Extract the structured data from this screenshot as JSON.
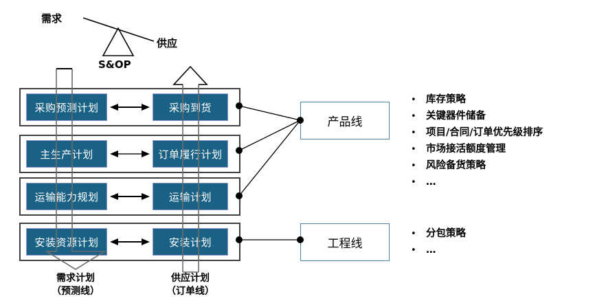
{
  "seesaw": {
    "demand_label": "需求",
    "supply_label": "供应",
    "fulcrum_label": "S&OP"
  },
  "planning_rows": [
    {
      "left": "采购预测计划",
      "right": "采购到货"
    },
    {
      "left": "主生产计划",
      "right": "订单履行计划"
    },
    {
      "left": "运输能力规划",
      "right": "运输计划"
    },
    {
      "left": "安装资源计划",
      "right": "安装计划"
    }
  ],
  "line_boxes": [
    {
      "label": "产品线"
    },
    {
      "label": "工程线"
    }
  ],
  "bullet_groups": [
    {
      "bullet": "•",
      "items": [
        "库存策略",
        "关键器件储备",
        "项目/合同/订单优先级排序",
        "市场接活额度管理",
        "风险备货策略",
        "…"
      ]
    },
    {
      "bullet": "•",
      "items": [
        "分包策略",
        "…"
      ]
    }
  ],
  "captions": {
    "demand_plan_line1": "需求计划",
    "demand_plan_line2": "（预测线）",
    "supply_plan_line1": "供应计划",
    "supply_plan_line2": "（订单线）"
  },
  "colors": {
    "box_fill": "#1a6186",
    "line_box_border": "#4a87ad",
    "outline": "#3f3f3f",
    "connector": "#000000"
  }
}
